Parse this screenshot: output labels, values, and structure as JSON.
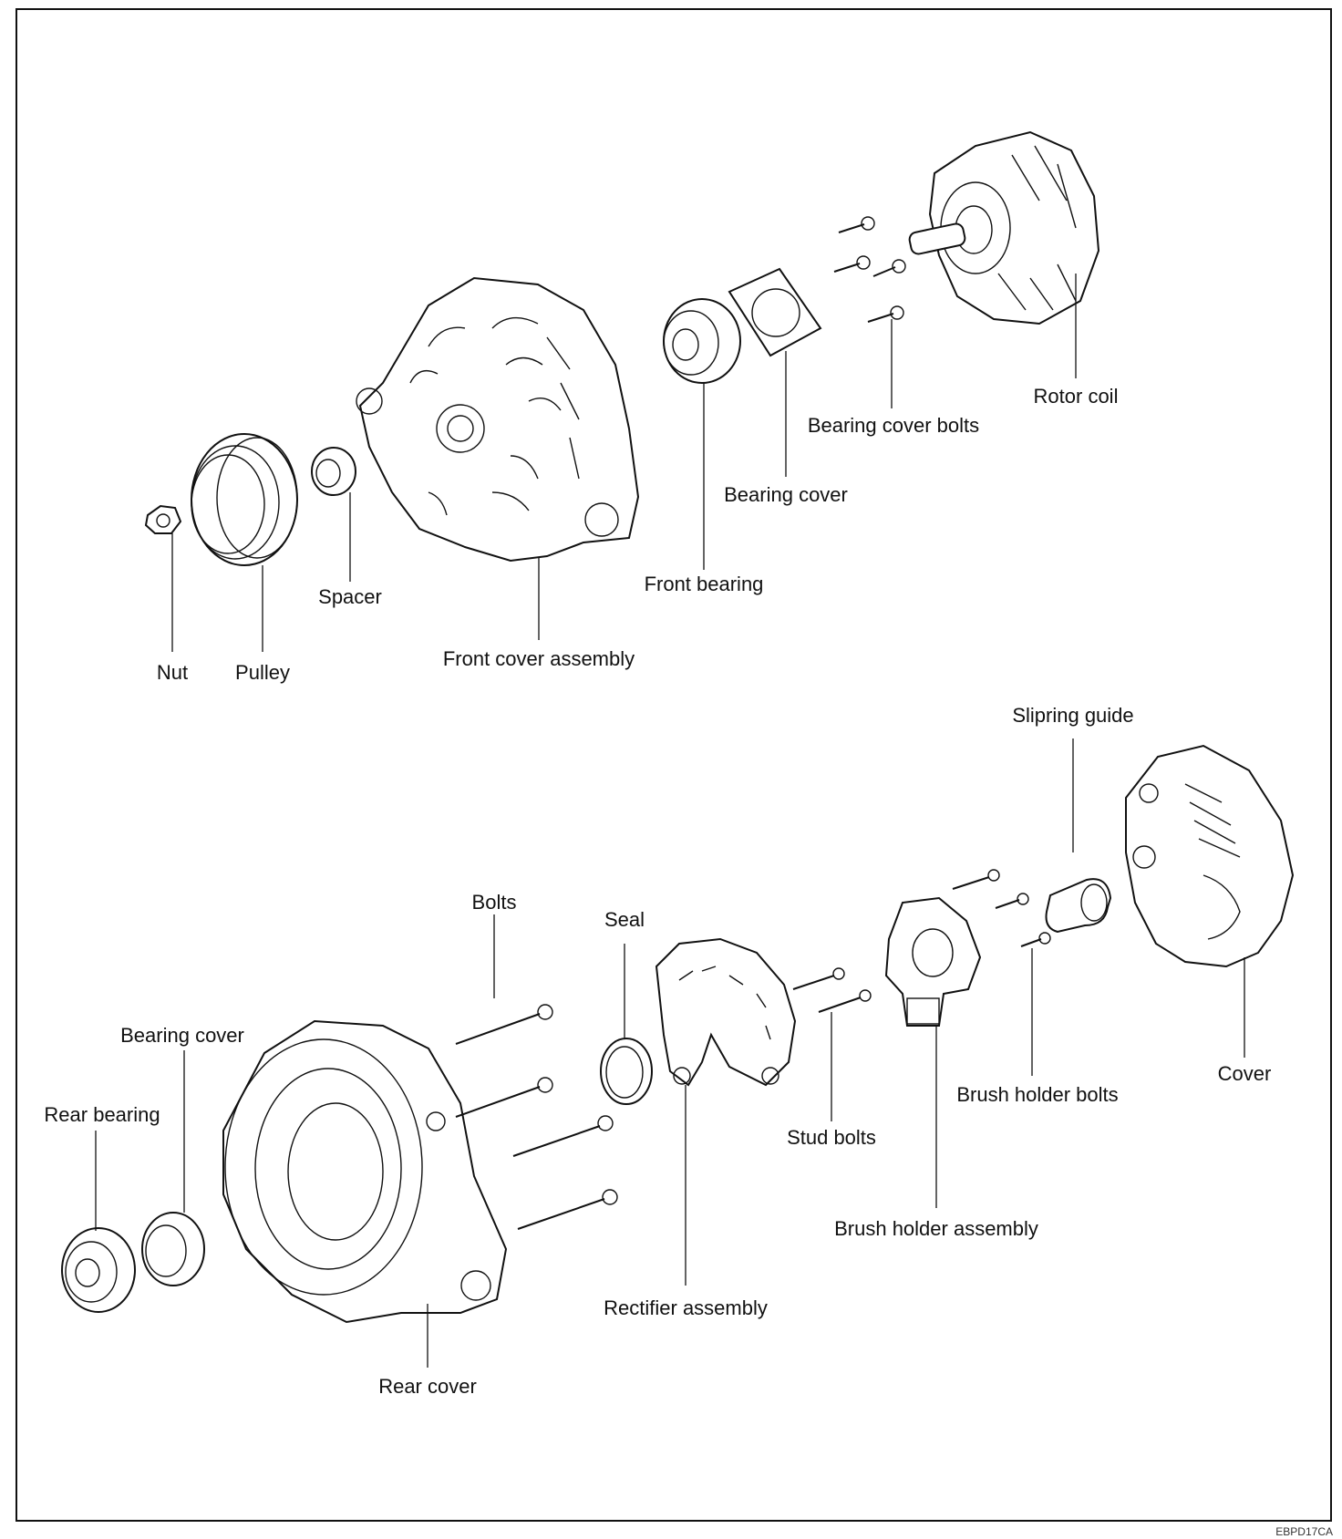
{
  "labels": {
    "nut": "Nut",
    "pulley": "Pulley",
    "spacer": "Spacer",
    "front_cover_assembly": "Front cover assembly",
    "front_bearing": "Front bearing",
    "bearing_cover_top": "Bearing cover",
    "bearing_cover_bolts": "Bearing cover bolts",
    "rotor_coil": "Rotor coil",
    "slipring_guide": "Slipring guide",
    "bolts": "Bolts",
    "seal": "Seal",
    "bearing_cover_bottom": "Bearing cover",
    "rear_bearing": "Rear bearing",
    "cover": "Cover",
    "brush_holder_bolts": "Brush holder bolts",
    "stud_bolts": "Stud bolts",
    "brush_holder_assembly": "Brush holder assembly",
    "rectifier_assembly": "Rectifier assembly",
    "rear_cover": "Rear cover"
  },
  "figure_code": "EBPD17CA"
}
